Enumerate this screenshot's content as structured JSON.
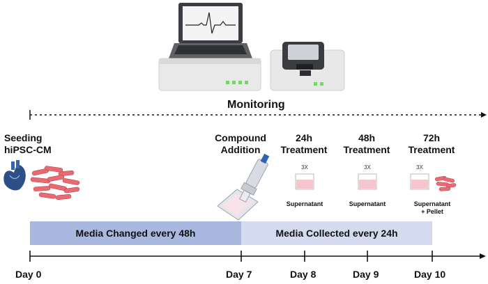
{
  "monitoring_label": "Monitoring",
  "stages": {
    "seeding": "Seeding\nhiPSC-CM",
    "compound": "Compound\nAddition",
    "t24": "24h\nTreatment",
    "t48": "48h\nTreatment",
    "t72": "72h\nTreatment"
  },
  "replicates": {
    "t24": "3X",
    "t48": "3X",
    "t72": "3X"
  },
  "samples": {
    "t24": "Supernatant",
    "t48": "Supernatant",
    "t72": "Supernatant\n+ Pellet"
  },
  "bands": {
    "changed": "Media Changed every 48h",
    "collected": "Media Collected every 24h"
  },
  "days": [
    "Day 0",
    "Day 7",
    "Day 8",
    "Day 9",
    "Day 10"
  ],
  "colors": {
    "band_changed": "#a9b8df",
    "band_collected": "#d4dbf0",
    "dish_fill": "#f6c6d0",
    "cells": "#e76b72",
    "heart": "#2b4f86"
  },
  "icons": [
    "laptop-ecg-icon",
    "plate-reader-icon",
    "heart-icon",
    "cardiomyocytes-icon",
    "pipette-plate-icon",
    "well-dish-icon"
  ]
}
